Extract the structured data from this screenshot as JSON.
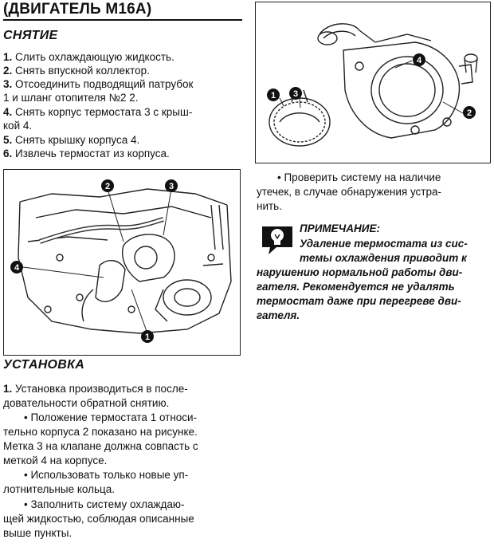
{
  "header": {
    "title": "(ДВИГАТЕЛЬ M16A)"
  },
  "removal": {
    "title": "СНЯТИЕ",
    "steps": [
      {
        "num": "1.",
        "lines": [
          "Слить охлаждающую жидкость."
        ]
      },
      {
        "num": "2.",
        "lines": [
          "Снять впускной коллектор."
        ]
      },
      {
        "num": "3.",
        "lines": [
          "Отсоединить подводящий патрубок",
          "1 и шланг отопителя №2 2."
        ]
      },
      {
        "num": "4.",
        "lines": [
          "Снять корпус термостата 3 с крыш-",
          "кой 4."
        ]
      },
      {
        "num": "5.",
        "lines": [
          "Снять крышку корпуса 4."
        ]
      },
      {
        "num": "6.",
        "lines": [
          "Извлечь термостат из корпуса."
        ]
      }
    ]
  },
  "figure_left": {
    "callouts": [
      "2",
      "3",
      "4",
      "1"
    ]
  },
  "figure_right": {
    "callouts": [
      "4",
      "1",
      "3",
      "2"
    ]
  },
  "check": {
    "lines": [
      "• Проверить систему на наличие",
      "утечек, в случае обнаружения устра-",
      "нить."
    ]
  },
  "note": {
    "title": "ПРИМЕЧАНИЕ:",
    "lines": [
      "Удаление термостата из сис-",
      "темы охлаждения приводит к",
      "нарушению нормальной работы дви-",
      "гателя. Рекомендуется не удалять",
      "термостат даже при перегреве дви-",
      "гателя."
    ]
  },
  "install": {
    "title": "УСТАНОВКА",
    "num": "1.",
    "lines": [
      "Установка производиться в после-",
      "довательности обратной снятию.",
      "• Положение термостата 1 относи-",
      "тельно корпуса 2 показано на рисунке.",
      "Метка 3 на клапане должна совпасть с",
      "меткой 4 на корпусе.",
      "• Использовать только новые уп-",
      "лотнительные кольца.",
      "• Заполнить систему охлаждаю-",
      "щей жидкостью, соблюдая описанные",
      "выше пункты."
    ]
  }
}
